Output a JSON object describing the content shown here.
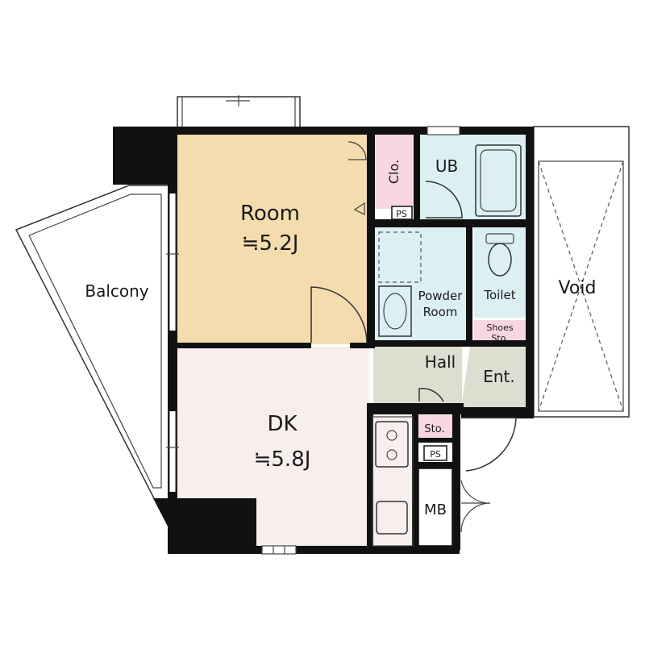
{
  "rooms": {
    "room": {
      "name": "Room",
      "size": "≒5.2J"
    },
    "dk": {
      "name": "DK",
      "size": "≒5.8J"
    },
    "balcony": "Balcony",
    "void": "Void",
    "ub": "UB",
    "powder_room": [
      "Powder",
      "Room"
    ],
    "toilet": "Toilet",
    "hall": "Hall",
    "entrance": "Ent.",
    "closet": "Clo.",
    "shoes_storage": [
      "Shoes",
      "Sto."
    ],
    "storage": "Sto.",
    "ps_upper": "PS",
    "ps_lower": "PS",
    "mb": "MB"
  },
  "colors": {
    "room_floor": "#f5dcae",
    "dk_floor": "#f8eeee",
    "wet_area": "#dcf0f4",
    "hall_floor": "#dcdfcf",
    "storage": "#f8d6e3",
    "walls": "#111111"
  }
}
